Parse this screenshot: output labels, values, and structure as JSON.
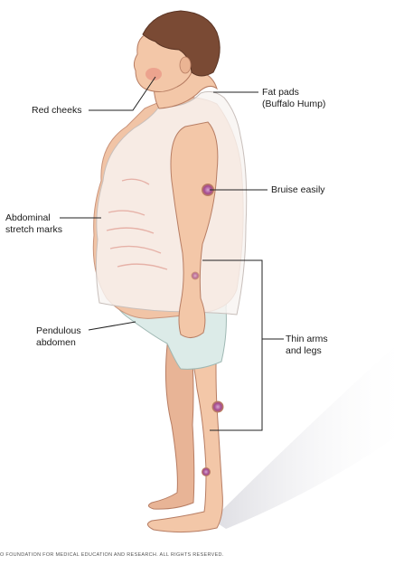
{
  "labels": {
    "red_cheeks": "Red cheeks",
    "fat_pads": "Fat pads\n(Buffalo Hump)",
    "bruise": "Bruise easily",
    "abdominal": "Abdominal\nstretch marks",
    "pendulous": "Pendulous\nabdomen",
    "thin": "Thin arms\nand legs"
  },
  "copyright": "O FOUNDATION FOR MEDICAL EDUCATION AND RESEARCH. ALL RIGHTS RESERVED.",
  "colors": {
    "skin": "#f3c7a8",
    "skin_shade": "#dea184",
    "hair": "#7a4a34",
    "shirt": "#f8f4f2",
    "shorts": "#dcebe8",
    "bruise": "#a44a90",
    "leader": "#222222"
  }
}
